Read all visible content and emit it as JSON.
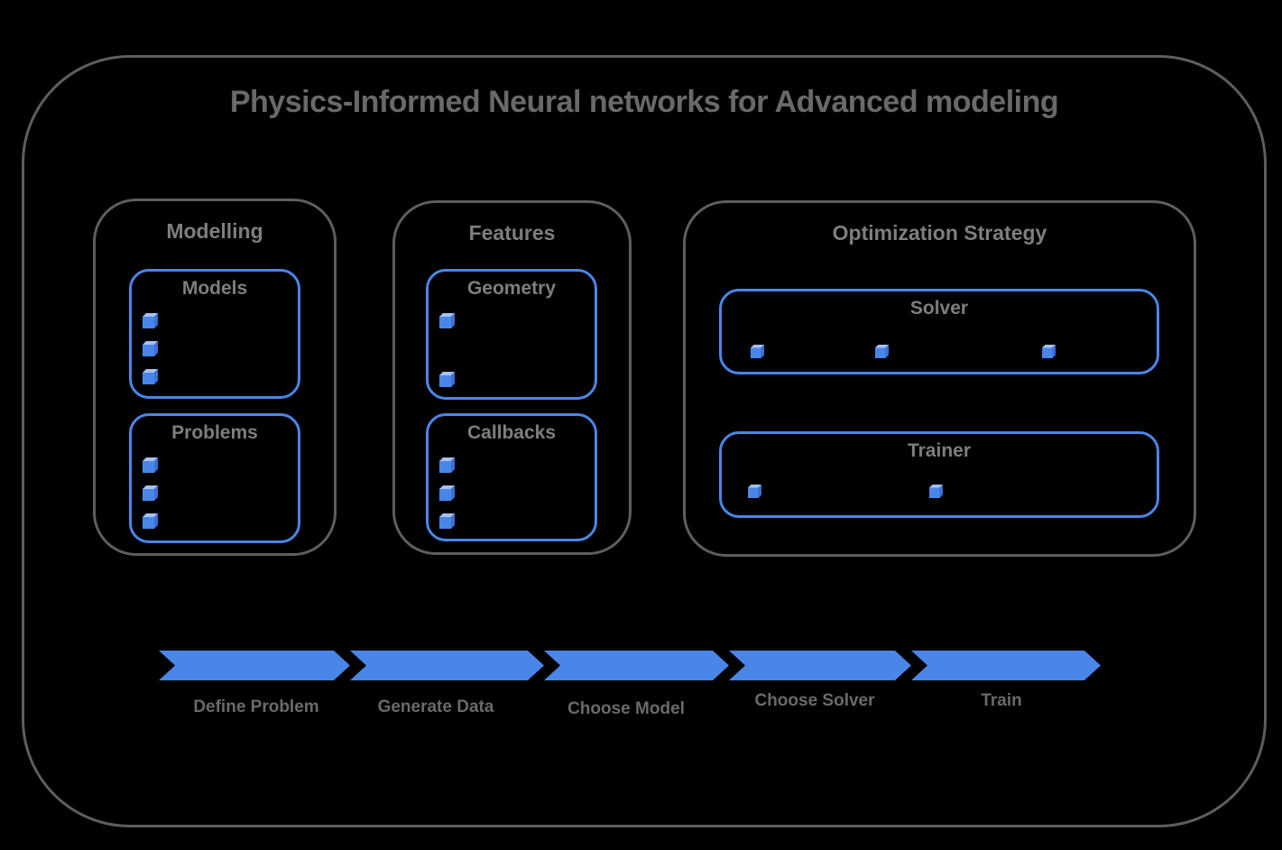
{
  "title": "Physics-Informed Neural networks for Advanced modeling",
  "sections": {
    "modelling": {
      "title": "Modelling",
      "boxes": {
        "models": {
          "title": "Models",
          "item_count": 3
        },
        "problems": {
          "title": "Problems",
          "item_count": 3
        }
      }
    },
    "features": {
      "title": "Features",
      "boxes": {
        "geometry": {
          "title": "Geometry",
          "item_count": 2
        },
        "callbacks": {
          "title": "Callbacks",
          "item_count": 3
        }
      }
    },
    "optimization": {
      "title": "Optimization Strategy",
      "boxes": {
        "solver": {
          "title": "Solver",
          "item_count": 3
        },
        "trainer": {
          "title": "Trainer",
          "item_count": 2
        }
      }
    }
  },
  "flow": {
    "steps": [
      {
        "label": "Define Problem"
      },
      {
        "label": "Generate Data"
      },
      {
        "label": "Choose Model"
      },
      {
        "label": "Choose Solver"
      },
      {
        "label": "Train"
      }
    ]
  },
  "colors": {
    "accent_blue": "#4a86e8",
    "cube_top_face": "#a6c1f3",
    "cube_side_face": "#3b70d8",
    "border_grey": "#5e5e5e",
    "title_text": "#69696b",
    "label_text": "#6a6a6a"
  }
}
